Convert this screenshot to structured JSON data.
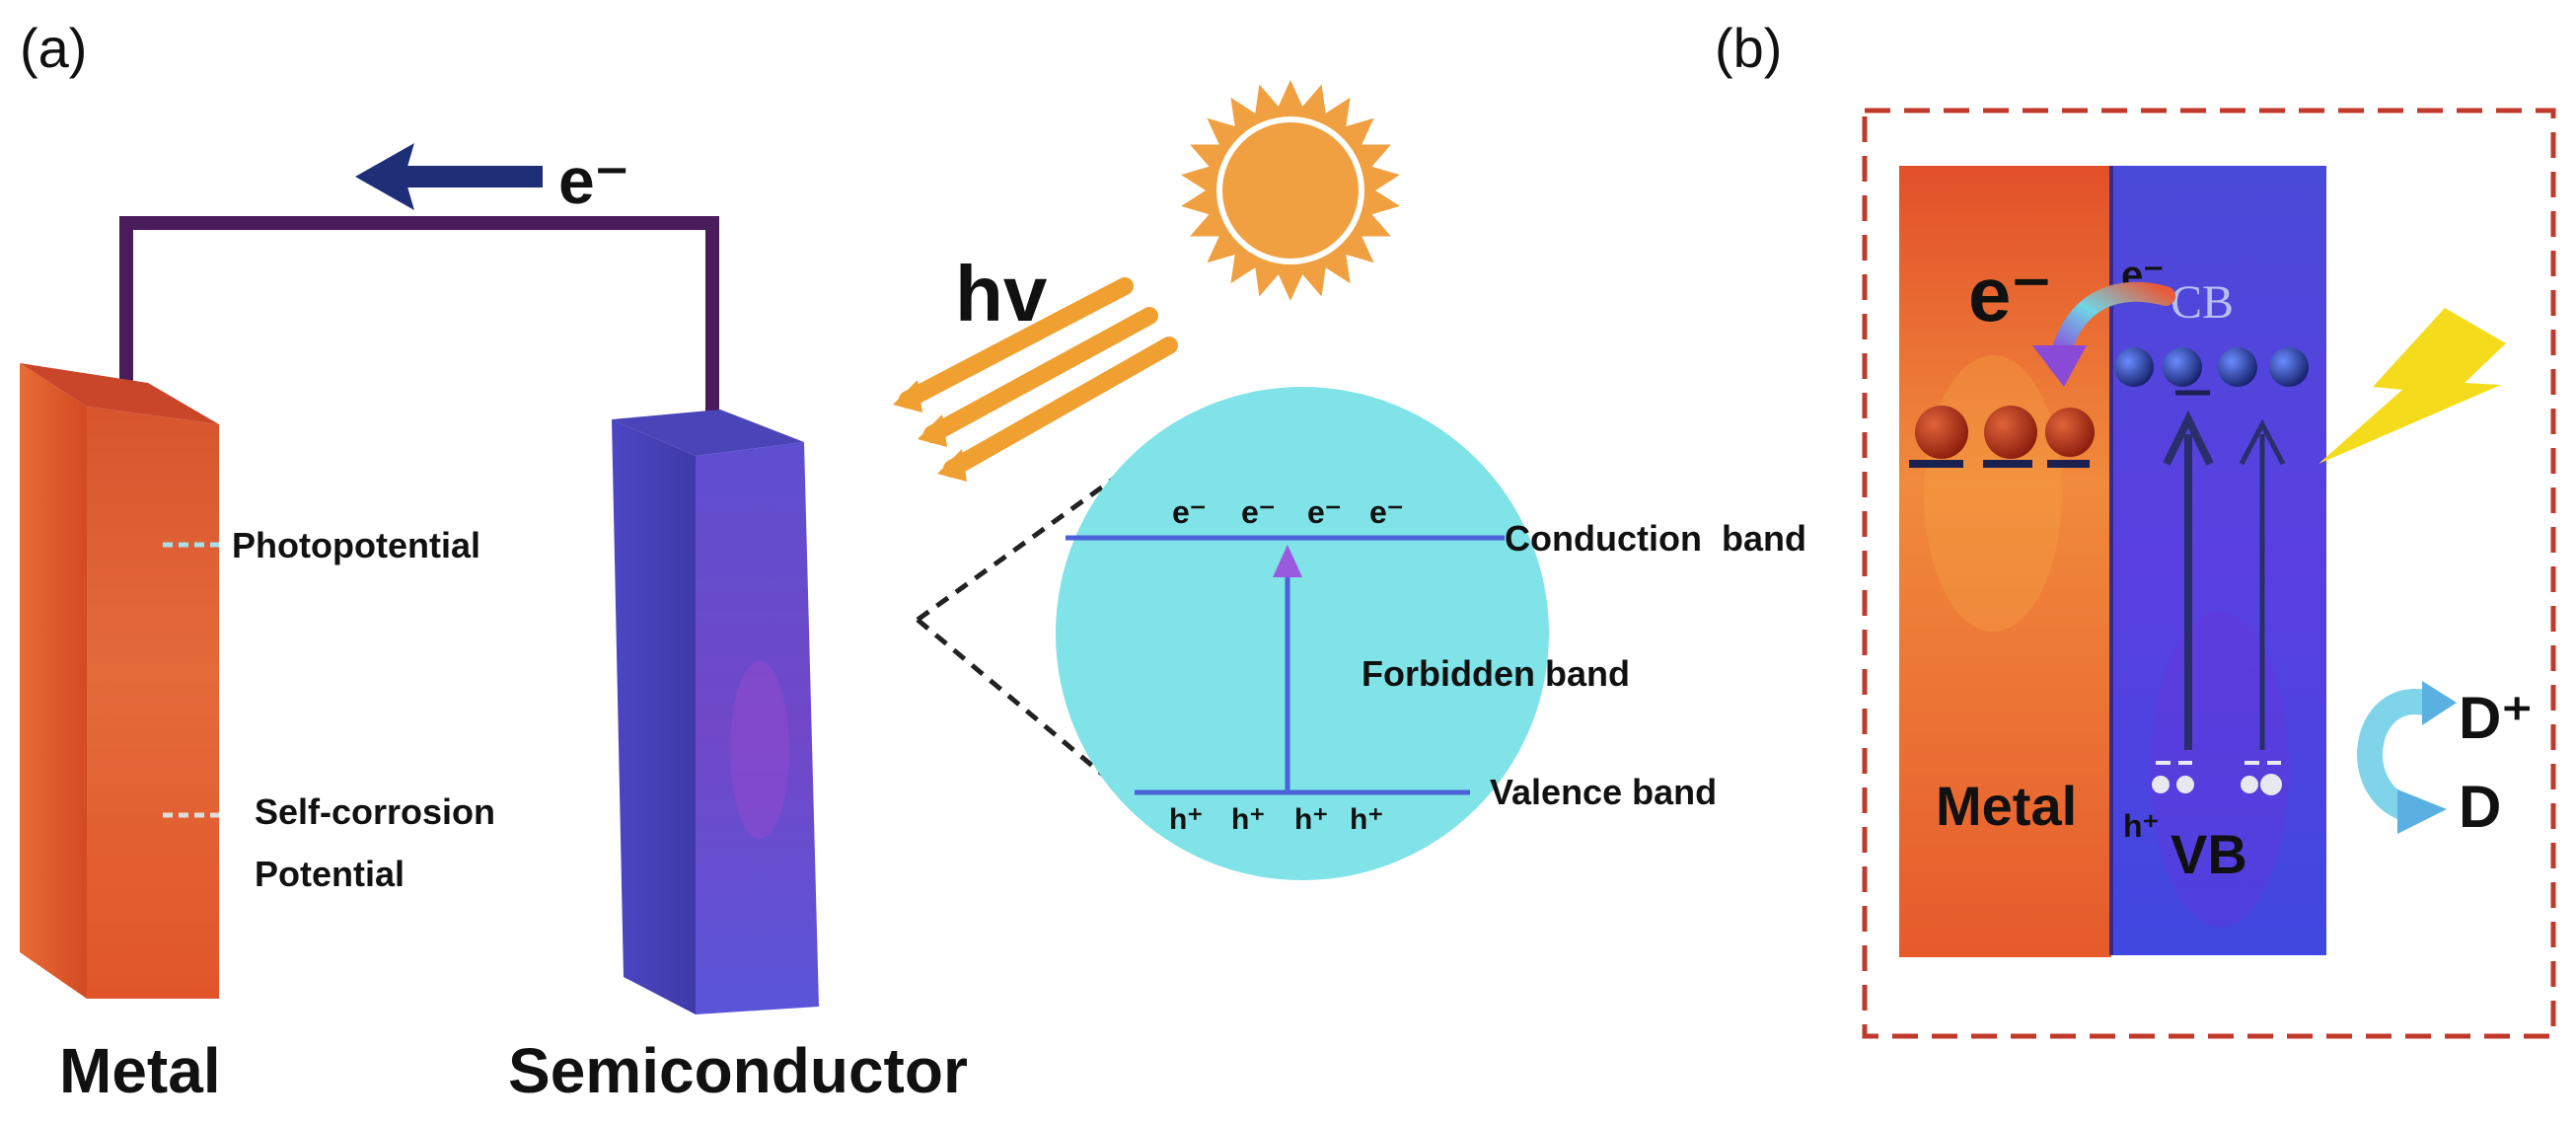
{
  "panel_a": {
    "label": "(a)",
    "electron_flow_label": "e⁻",
    "light_label": "hv",
    "metal_marks": {
      "photopotential": "Photopotential",
      "self_corrosion_line1": "Self-corrosion",
      "self_corrosion_line2": "Potential"
    },
    "metal_caption": "Metal",
    "semiconductor_caption": "Semiconductor",
    "band_diagram": {
      "electrons": [
        "e⁻",
        "e⁻",
        "e⁻",
        "e⁻"
      ],
      "holes": [
        "h⁺",
        "h⁺",
        "h⁺",
        "h⁺"
      ],
      "conduction_band": "Conduction  band",
      "forbidden_band": "Forbidden band",
      "valence_band": "Valence band"
    }
  },
  "panel_b": {
    "label": "(b)",
    "metal_electron": "e⁻",
    "cb_electron": "e⁻",
    "cb_label": "CB",
    "metal_label": "Metal",
    "hole_label": "h⁺",
    "vb_label": "VB",
    "donor_oxidized": "D⁺",
    "donor": "D"
  },
  "colors": {
    "metal": "#e2592c",
    "semiconductor": "#5a4fd6",
    "wire": "#4a1c5c",
    "sun": "#f0a040",
    "light_rays": "#f0a030",
    "band_circle": "#7fe3e7",
    "band_line": "#4a63d8",
    "dashed_box": "#c0392b",
    "lightning": "#f4dc1c",
    "arrow_navy": "#1a2a6c"
  }
}
